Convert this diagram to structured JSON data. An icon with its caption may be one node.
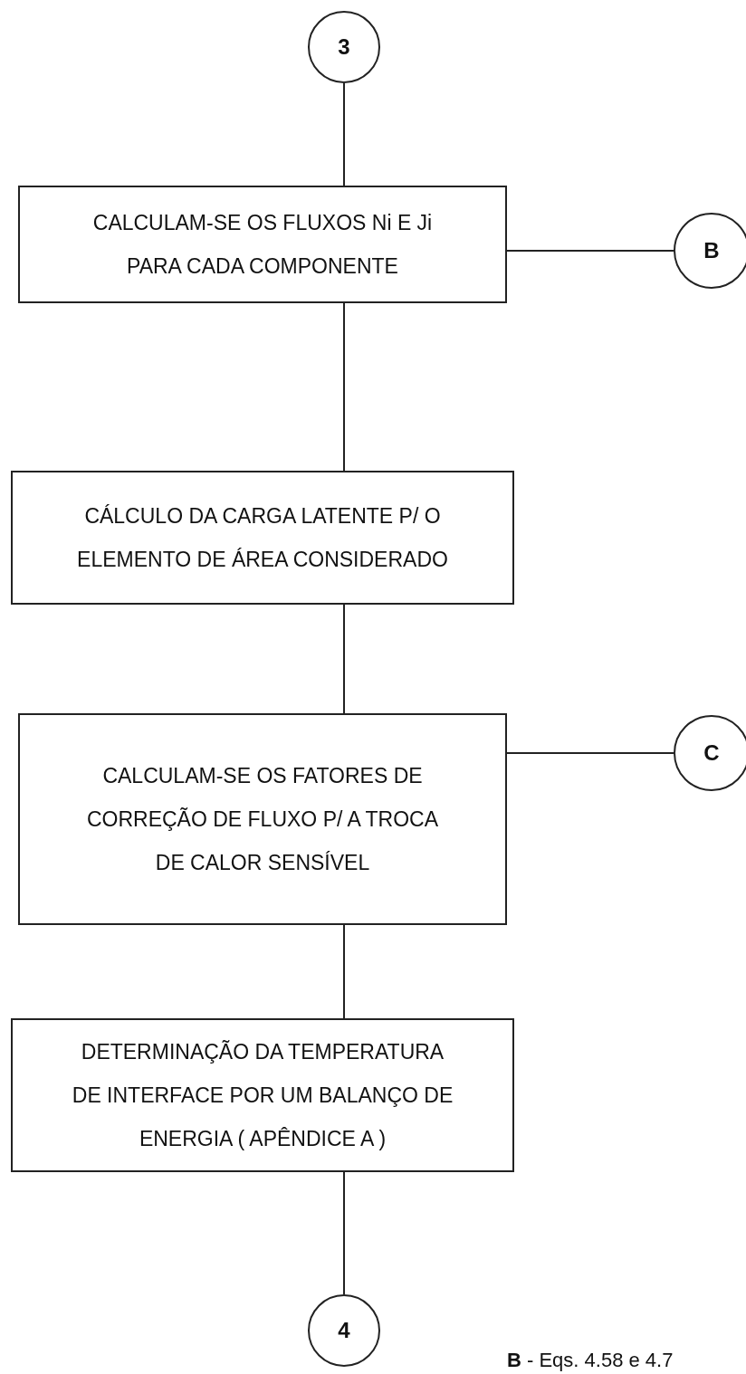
{
  "diagram": {
    "nodes": [
      {
        "text": [
          "3"
        ]
      },
      {
        "text": [
          "CALCULAM-SE OS FLUXOS Ni E Ji PARA CADA COMPONENTE"
        ]
      },
      {
        "text": [
          "B"
        ]
      },
      {
        "text": [
          "CÁLCULO DA CARGA LATENTE P/ O ELEMENTO DE ÁREA CONSIDERADO"
        ]
      },
      {
        "text": [
          "CALCULAM-SE OS FATORES DE CORREÇÃO DE FLUXO P/ A TROCA DE CALOR SENSÍVEL"
        ]
      },
      {
        "text": [
          "C"
        ]
      },
      {
        "text": [
          "DETERMINAÇÃO DA TEMPERATURA DE INTERFACE POR UM BALANÇO DE ENERGIA ( APÊNDICE A )"
        ]
      },
      {
        "text": [
          "4"
        ]
      }
    ],
    "edges": [
      {
        "from": 0,
        "to": 1,
        "arrow": "none"
      },
      {
        "from": 1,
        "to": 2,
        "arrow": "none"
      },
      {
        "from": 1,
        "to": 3,
        "arrow": "none"
      },
      {
        "from": 3,
        "to": 4,
        "arrow": "none"
      },
      {
        "from": 4,
        "to": 5,
        "arrow": "none"
      },
      {
        "from": 4,
        "to": 6,
        "arrow": "none"
      },
      {
        "from": 6,
        "to": 7,
        "arrow": "none"
      }
    ],
    "labels": [
      "**B** - Eqs. 4.58 e 4.7"
    ]
  }
}
